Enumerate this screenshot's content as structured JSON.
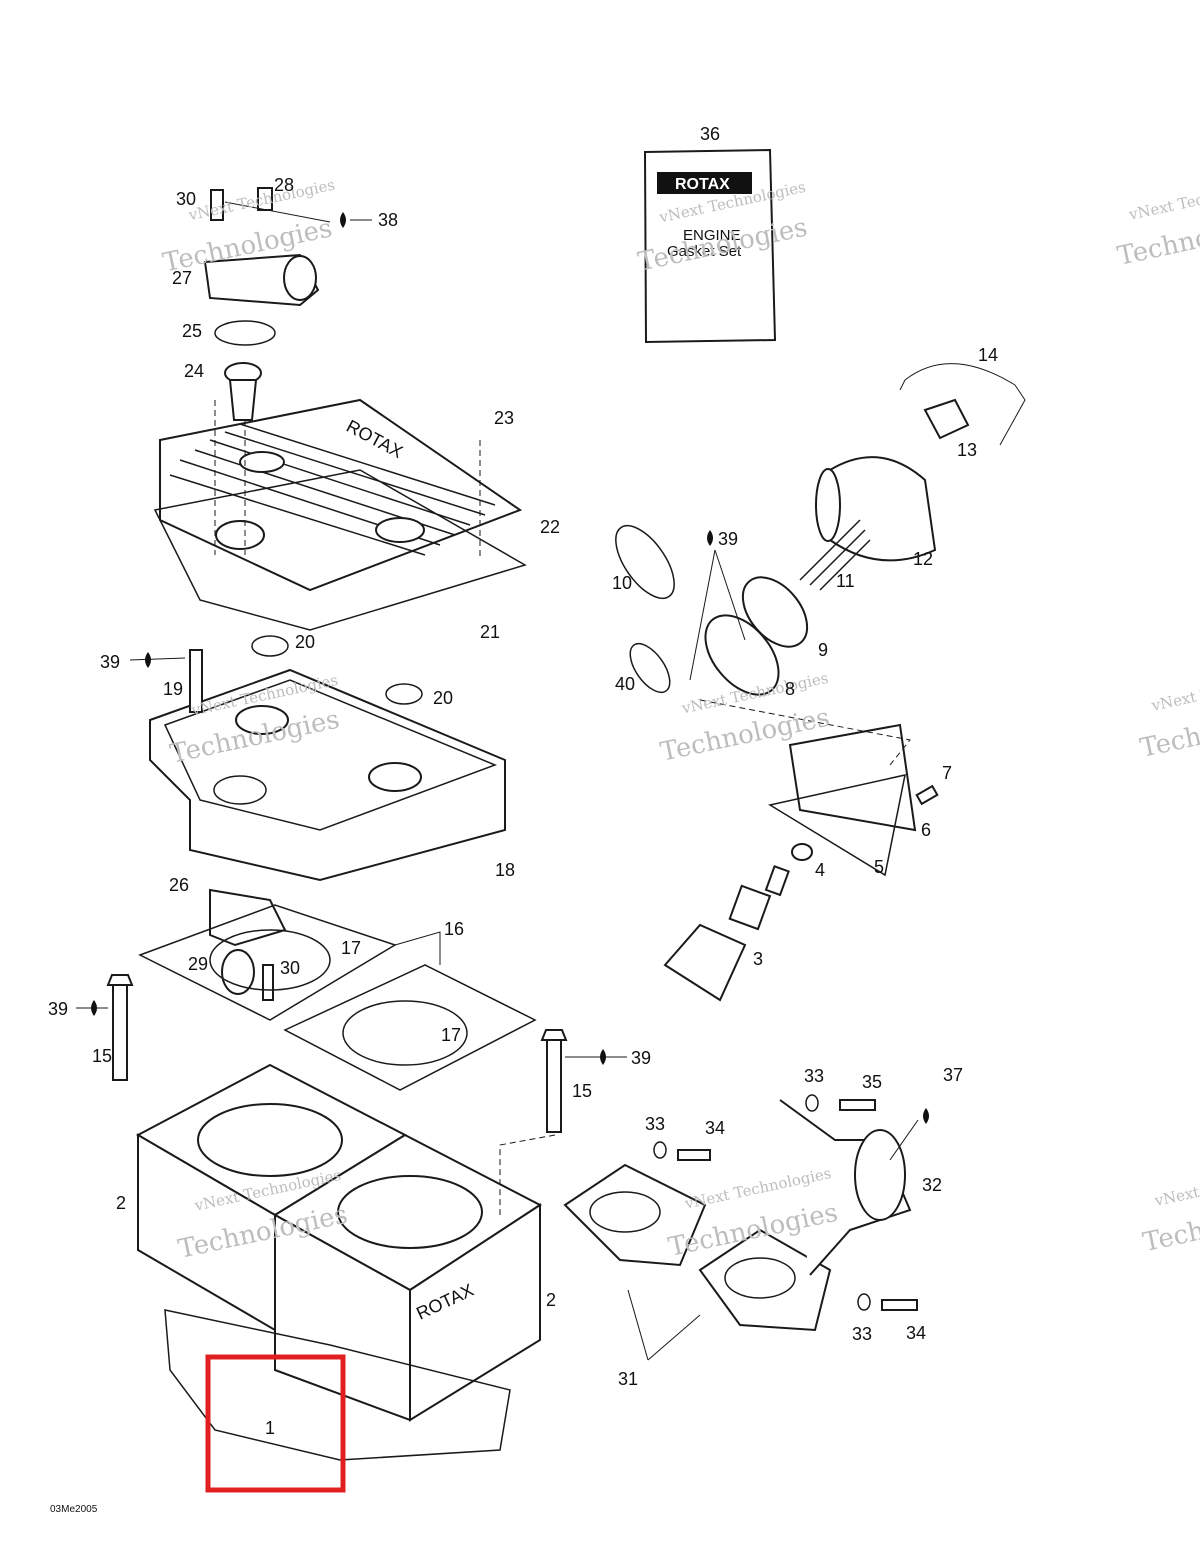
{
  "labels": {
    "p1": "1",
    "p2a": "2",
    "p2b": "2",
    "p3": "3",
    "p4": "4",
    "p5": "5",
    "p6": "6",
    "p7": "7",
    "p8": "8",
    "p9": "9",
    "p10": "10",
    "p11": "11",
    "p12": "12",
    "p13": "13",
    "p14": "14",
    "p15a": "15",
    "p15b": "15",
    "p16": "16",
    "p17a": "17",
    "p17b": "17",
    "p18": "18",
    "p19": "19",
    "p20a": "20",
    "p20b": "20",
    "p21": "21",
    "p22": "22",
    "p23": "23",
    "p24": "24",
    "p25": "25",
    "p26": "26",
    "p27": "27",
    "p28": "28",
    "p29": "29",
    "p30a": "30",
    "p30b": "30",
    "p31": "31",
    "p32": "32",
    "p33a": "33",
    "p33b": "33",
    "p33c": "33",
    "p34a": "34",
    "p34b": "34",
    "p35": "35",
    "p36": "36",
    "p37": "37",
    "p38": "38",
    "p39a": "39",
    "p39b": "39",
    "p39c": "39",
    "p39d": "39",
    "p40": "40"
  },
  "manual": {
    "brand": "ROTAX",
    "line1": "ENGINE",
    "line2": "Gasket Set"
  },
  "valve_cover_text": "ROTAX",
  "cylinder_text": "ROTAX",
  "watermark": {
    "line1": "vNext Technologies",
    "line2": "Technologies"
  },
  "footer_code": "03Me2005",
  "highlight_color": "#e02020"
}
